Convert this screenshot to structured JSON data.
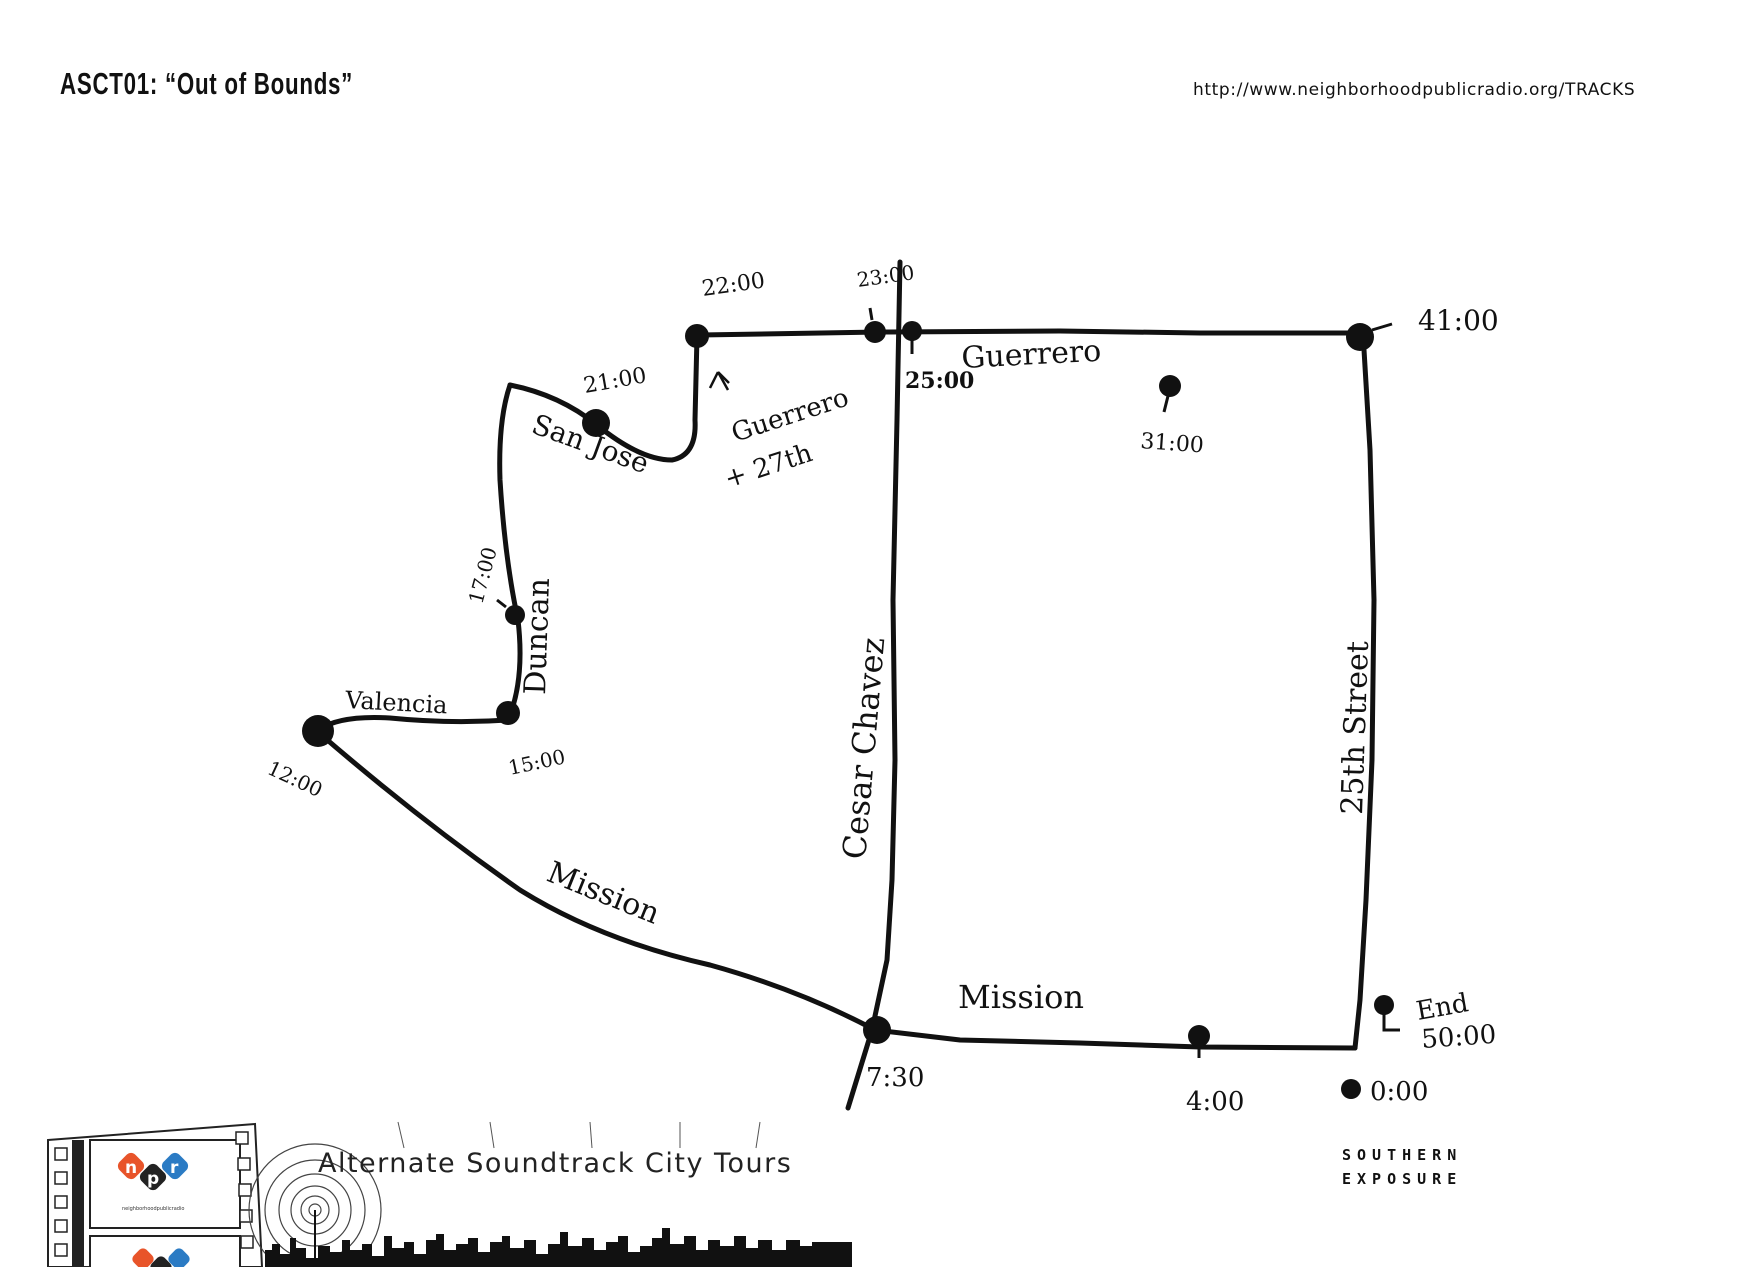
{
  "header": {
    "title": "ASCT01: “Out of Bounds”",
    "url": "http://www.neighborhoodpublicradio.org/TRACKS"
  },
  "map": {
    "streets": {
      "mission_diagonal": "Mission",
      "mission_bottom": "Mission",
      "cesar_chavez": "Cesar Chavez",
      "twenty_fifth": "25th Street",
      "guerrero_top": "Guerrero",
      "guerrero_27th_line1": "Guerrero",
      "guerrero_27th_line2": "+ 27th",
      "san_jose": "San Jose",
      "duncan": "Duncan",
      "valencia": "Valencia"
    },
    "stops": {
      "start": "0:00",
      "t4": "4:00",
      "t7_30": "7:30",
      "t12": "12:00",
      "t15": "15:00",
      "t17": "17:00",
      "t21": "21:00",
      "t22": "22:00",
      "t23": "23:00",
      "t25": "25:00",
      "t31": "31:00",
      "t41": "41:00",
      "end_label": "End",
      "end_time": "50:00"
    }
  },
  "footer": {
    "tours_label": "Alternate Soundtrack City Tours",
    "npr_letters": [
      "n",
      "p",
      "r"
    ],
    "npr_tagline": "neighborhoodpublicradio",
    "sponsor_line1": "SOUTHERN",
    "sponsor_line2": "EXPOSURE"
  },
  "colors": {
    "ink": "#111111",
    "npr_n": "#e8542a",
    "npr_p": "#222222",
    "npr_r": "#2b7bc4"
  }
}
